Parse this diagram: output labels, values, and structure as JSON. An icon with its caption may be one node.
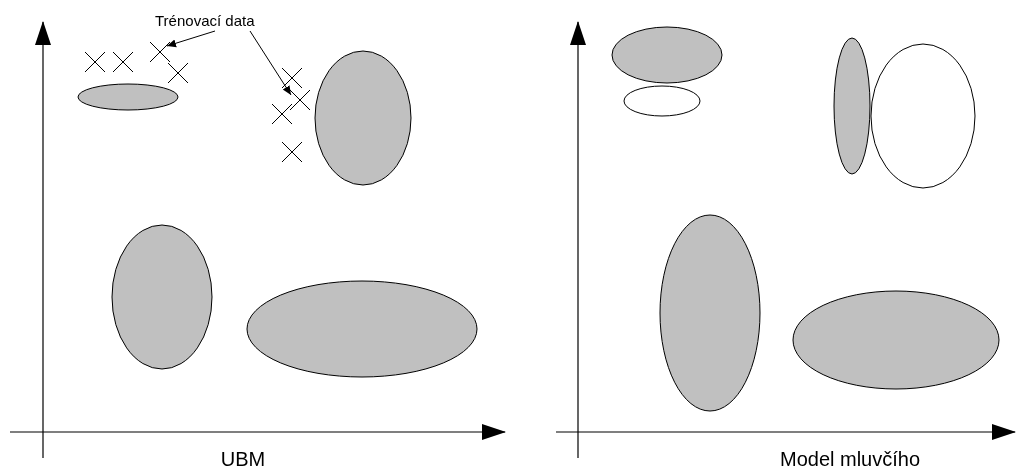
{
  "diagram": {
    "nodes": [
      {
        "text": [
          "Trénovací data"
        ]
      },
      {
        "text": [],
        "shape": "cross"
      },
      {
        "text": [],
        "shape": "cross"
      },
      {
        "text": [],
        "shape": "ellipse"
      },
      {
        "text": [],
        "shape": "ellipse"
      },
      {
        "text": [],
        "shape": "ellipse"
      },
      {
        "text": [],
        "shape": "ellipse"
      },
      {
        "text": [],
        "shape": "ellipse"
      },
      {
        "text": [],
        "shape": "ellipse"
      },
      {
        "text": [],
        "shape": "ellipse"
      },
      {
        "text": [],
        "shape": "ellipse"
      },
      {
        "text": [],
        "shape": "ellipse"
      },
      {
        "text": [],
        "shape": "ellipse"
      }
    ],
    "edges": [
      {
        "from": 0,
        "to": 1,
        "arrow": "to"
      },
      {
        "from": 0,
        "to": 2,
        "arrow": "to"
      }
    ],
    "labels": [
      "UBM",
      "Model mluvčího"
    ]
  }
}
